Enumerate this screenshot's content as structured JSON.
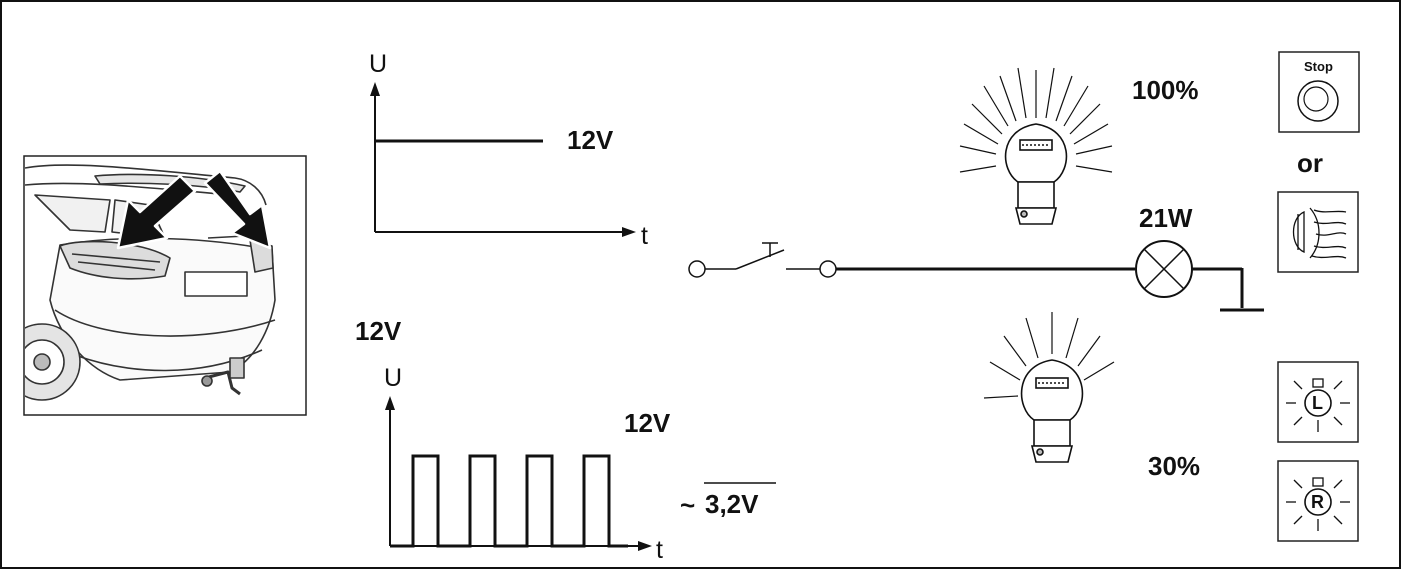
{
  "graph_dc": {
    "axis_y": "U",
    "axis_x": "t",
    "level_label": "12V"
  },
  "graph_pwm": {
    "axis_y": "U",
    "axis_x": "t",
    "peak_label": "12V",
    "avg_prefix": "~",
    "avg_label": "3,2V",
    "pulse_count": 4
  },
  "supply_label": "12V",
  "bulb_full": {
    "percent_label": "100%"
  },
  "bulb_dim": {
    "percent_label": "30%"
  },
  "lamp_rating": "21W",
  "icons": {
    "stop_label": "Stop",
    "or_label": "or",
    "fog_icon": "rear-fog-lamp-icon",
    "left_indicator_letter": "L",
    "right_indicator_letter": "R"
  }
}
